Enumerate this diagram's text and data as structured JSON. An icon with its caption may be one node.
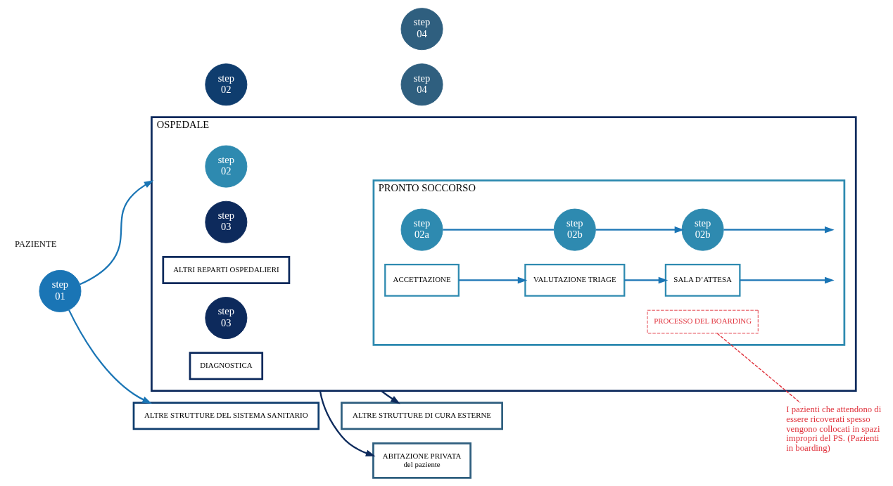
{
  "diagram": {
    "nodes": [
      {
        "text": [
          "OSPEDALE"
        ]
      },
      {
        "text": [
          "step",
          "02"
        ],
        "in": 0
      },
      {
        "text": [
          "PRONTO SOCCORSO"
        ],
        "in": 0
      },
      {
        "text": [
          "step",
          "02a"
        ],
        "in": 2
      },
      {
        "text": [
          "ACCETTAZIONE"
        ],
        "in": 2
      },
      {
        "text": [
          "step",
          "02b"
        ],
        "in": 2
      },
      {
        "text": [
          "VALUTAZIONE TRIAGE"
        ],
        "in": 2
      },
      {
        "text": [
          "step",
          "02b"
        ],
        "in": 2
      },
      {
        "text": [
          "SALA D’ATTESA"
        ],
        "in": 2
      },
      {
        "text": [
          "PROCESSO DEL BOARDING"
        ],
        "in": 2
      },
      {
        "text": [
          "step",
          "03"
        ],
        "in": 0
      },
      {
        "text": [
          "ALTRI REPARTI OSPEDALIERI"
        ],
        "in": 0
      },
      {
        "text": [
          "step",
          "03"
        ],
        "in": 0
      },
      {
        "text": [
          "DIAGNOSTICA"
        ],
        "in": 0
      },
      {
        "text": [
          "step",
          "04"
        ]
      },
      {
        "text": [
          "ALTRE STRUTTURE DI CURA ESTERNE"
        ]
      },
      {
        "text": [
          "step",
          "04"
        ]
      },
      {
        "text": [
          "ABITAZIONE PRIVATA",
          "del paziente"
        ]
      },
      {
        "text": [
          "step",
          "01"
        ]
      },
      {
        "text": [
          "PAZIENTE"
        ]
      },
      {
        "text": [
          "step",
          "02"
        ]
      },
      {
        "text": [
          "ALTRE STRUTTURE DEL SISTEMA SANITARIO"
        ]
      },
      {
        "text": [
          "I pazienti che attendono di essere ricoverati spesso vengono collocati in spazi impropri del PS. (Pazienti in boarding)"
        ]
      }
    ],
    "edges": [
      {
        "from": 18,
        "to": 0,
        "arrow": "to"
      },
      {
        "from": 18,
        "to": 21,
        "arrow": "to"
      },
      {
        "from": 3,
        "to": 5,
        "arrow": "none"
      },
      {
        "from": 4,
        "to": 6,
        "arrow": "to"
      },
      {
        "from": 5,
        "to": 7,
        "arrow": "to"
      },
      {
        "from": 6,
        "to": 8,
        "arrow": "to"
      },
      {
        "from": 7,
        "to": null,
        "arrow": "to"
      },
      {
        "from": 8,
        "to": null,
        "arrow": "to"
      },
      {
        "from": 0,
        "to": 15,
        "arrow": "to",
        "color": "#0d2a5c"
      },
      {
        "from": 0,
        "to": 17,
        "arrow": "to",
        "color": "#0d2a5c"
      },
      {
        "from": 9,
        "to": 22,
        "arrow": "none",
        "style": "dashed",
        "color": "#e0323c"
      }
    ]
  }
}
